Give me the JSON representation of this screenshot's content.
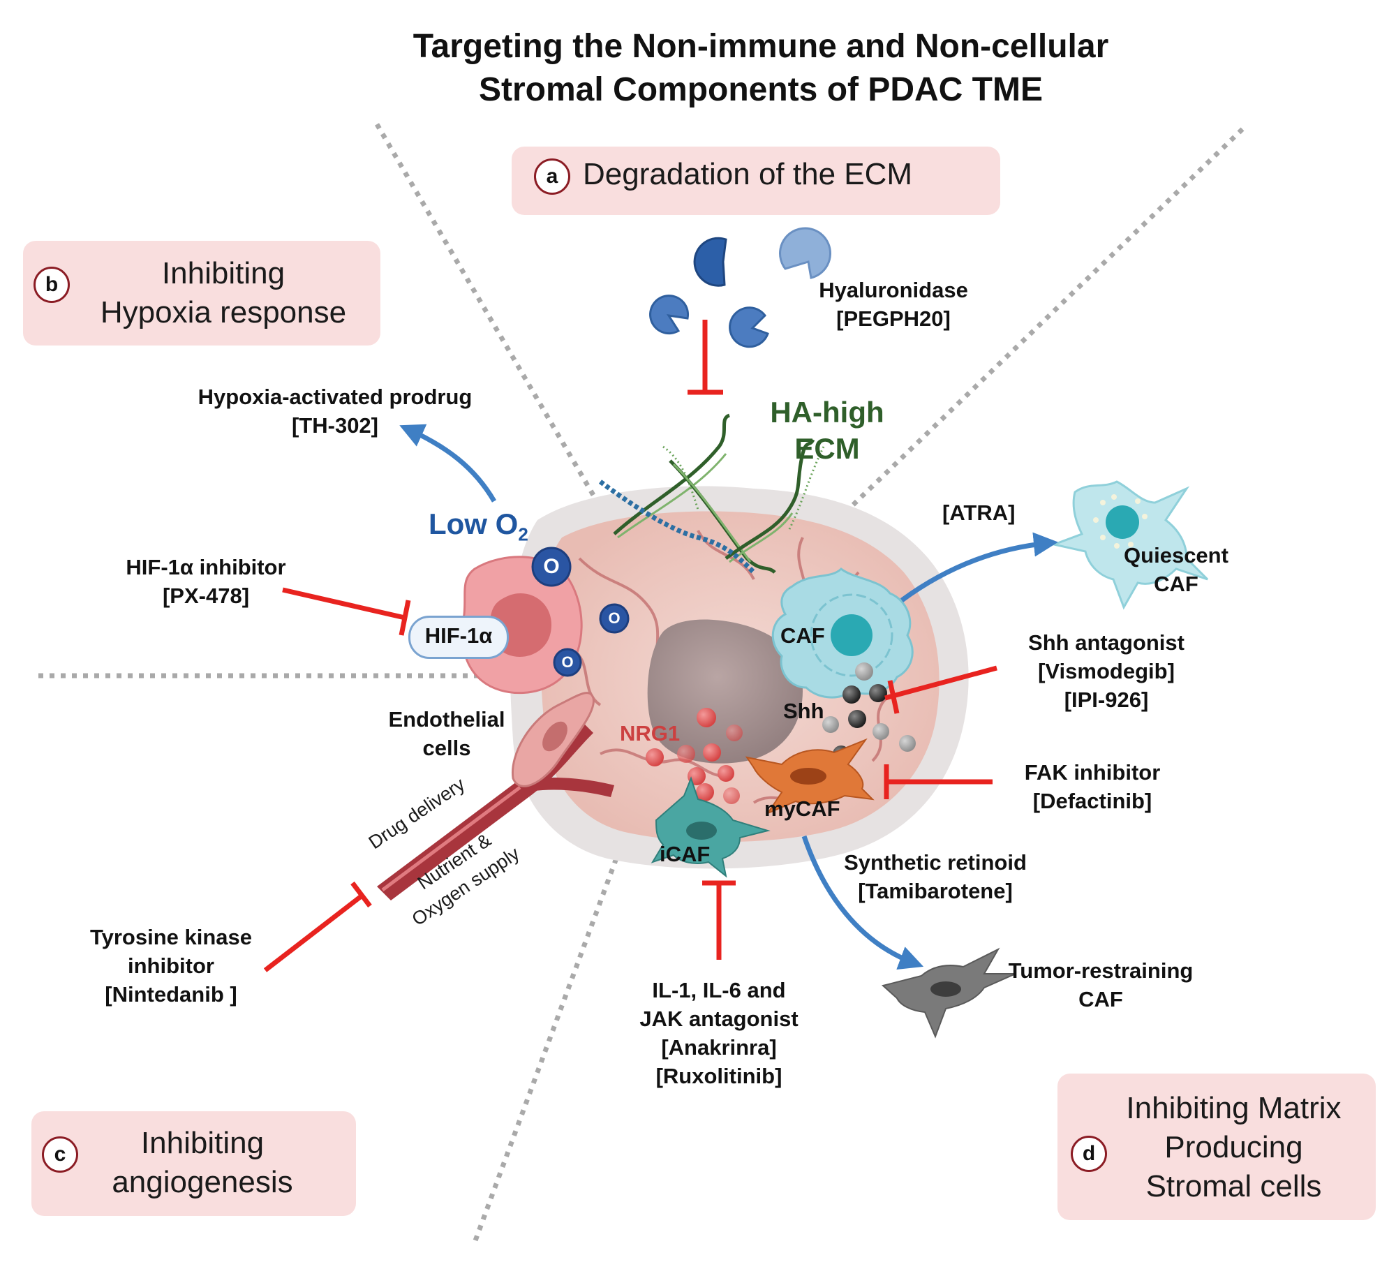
{
  "title": {
    "line1": "Targeting the Non-immune and Non-cellular",
    "line2": "Stromal Components of PDAC TME"
  },
  "sections": {
    "a": {
      "badge": "a",
      "text": "Degradation of the ECM"
    },
    "b": {
      "badge": "b",
      "line1": "Inhibiting",
      "line2": "Hypoxia response"
    },
    "c": {
      "badge": "c",
      "line1": "Inhibiting",
      "line2": "angiogenesis"
    },
    "d": {
      "badge": "d",
      "line1": "Inhibiting Matrix",
      "line2": "Producing",
      "line3": "Stromal cells"
    }
  },
  "labels": {
    "hyaluronidase": {
      "line1": "Hyaluronidase",
      "line2": "[PEGPH20]"
    },
    "ha_ecm": {
      "line1": "HA-high",
      "line2": "ECM"
    },
    "prodrug": {
      "line1": "Hypoxia-activated prodrug",
      "line2": "[TH-302]"
    },
    "low_o2": {
      "text": "Low O",
      "sub": "2"
    },
    "hif_inhibitor": {
      "line1": "HIF-1α inhibitor",
      "line2": "[PX-478]"
    },
    "hif_pill": "HIF-1α",
    "o_molecule": "O",
    "endothelial": {
      "line1": "Endothelial",
      "line2": "cells"
    },
    "drug_delivery": "Drug delivery",
    "nutrient": {
      "line1": "Nutrient &",
      "line2": "Oxygen supply"
    },
    "tki": {
      "line1": "Tyrosine kinase",
      "line2": "inhibitor",
      "line3": "[Nintedanib ]"
    },
    "nrg1": "NRG1",
    "caf": "CAF",
    "shh": "Shh",
    "mycaf": "myCAF",
    "icaf": "iCAF",
    "atra": "[ATRA]",
    "quiescent": {
      "line1": "Quiescent",
      "line2": "CAF"
    },
    "shh_antagonist": {
      "line1": "Shh antagonist",
      "line2": "[Vismodegib]",
      "line3": "[IPI-926]"
    },
    "fak": {
      "line1": "FAK inhibitor",
      "line2": "[Defactinib]"
    },
    "retinoid": {
      "line1": "Synthetic retinoid",
      "line2": "[Tamibarotene]"
    },
    "tumor_restraining": {
      "line1": "Tumor-restraining",
      "line2": "CAF"
    },
    "il_jak": {
      "line1": "IL-1, IL-6 and",
      "line2": "JAK antagonist",
      "line3": "[Anakrinra]",
      "line4": "[Ruxolitinib]"
    }
  },
  "colors": {
    "box_fill": "#f9dede",
    "badge_ring": "#8b1c24",
    "inhibit_red": "#e8231f",
    "arrow_blue": "#3f7fc4",
    "ecm_green": "#2f5f2a",
    "tumor_pink": "#eec9c2",
    "caf_cyan": "#a9dbe4",
    "mycaf_orange": "#e07838",
    "icaf_teal": "#4aa6a2"
  },
  "icons": [
    "pacman-enzyme-icon",
    "ecm-fiber-icon",
    "hypoxic-cell-icon",
    "oxygen-molecule-icon",
    "blood-vessel-icon",
    "endothelial-cell-icon",
    "caf-cell-icon",
    "quiescent-caf-icon",
    "mycaf-cell-icon",
    "icaf-cell-icon",
    "tumor-restraining-caf-icon",
    "shh-ball-icon",
    "nrg1-ball-icon",
    "inhibit-bar-icon",
    "arrow-icon"
  ]
}
